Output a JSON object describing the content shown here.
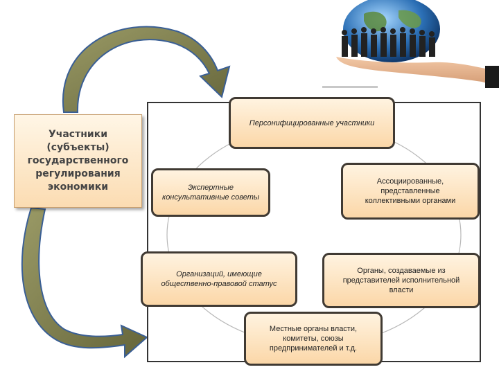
{
  "subject_box": {
    "label": "Участники\n(субъекты)\nгосударственного\nрегулирования\nэкономики"
  },
  "participants": [
    {
      "label": "Персонифицированные участники"
    },
    {
      "label": "Экспертные\nконсультативные советы"
    },
    {
      "label": "Ассоциированные,\nпредставленные\nколлективными органами"
    },
    {
      "label": "Организаций, имеющие\nобщественно-правовой статус"
    },
    {
      "label": "Органы, создаваемые из\nпредставителей исполнительной\nвласти"
    },
    {
      "label": "Местные органы власти,\nкомитеты, союзы\nпредпринимателей и т.д."
    }
  ],
  "colors": {
    "arrow_fill": "#7a7a4a",
    "arrow_stroke": "#3a5f95",
    "node_border": "#403a33",
    "node_fill_top": "#fff3e0",
    "node_fill_bottom": "#fbd7a8"
  },
  "illustration": {
    "icon": "globe-on-hand-with-people"
  }
}
